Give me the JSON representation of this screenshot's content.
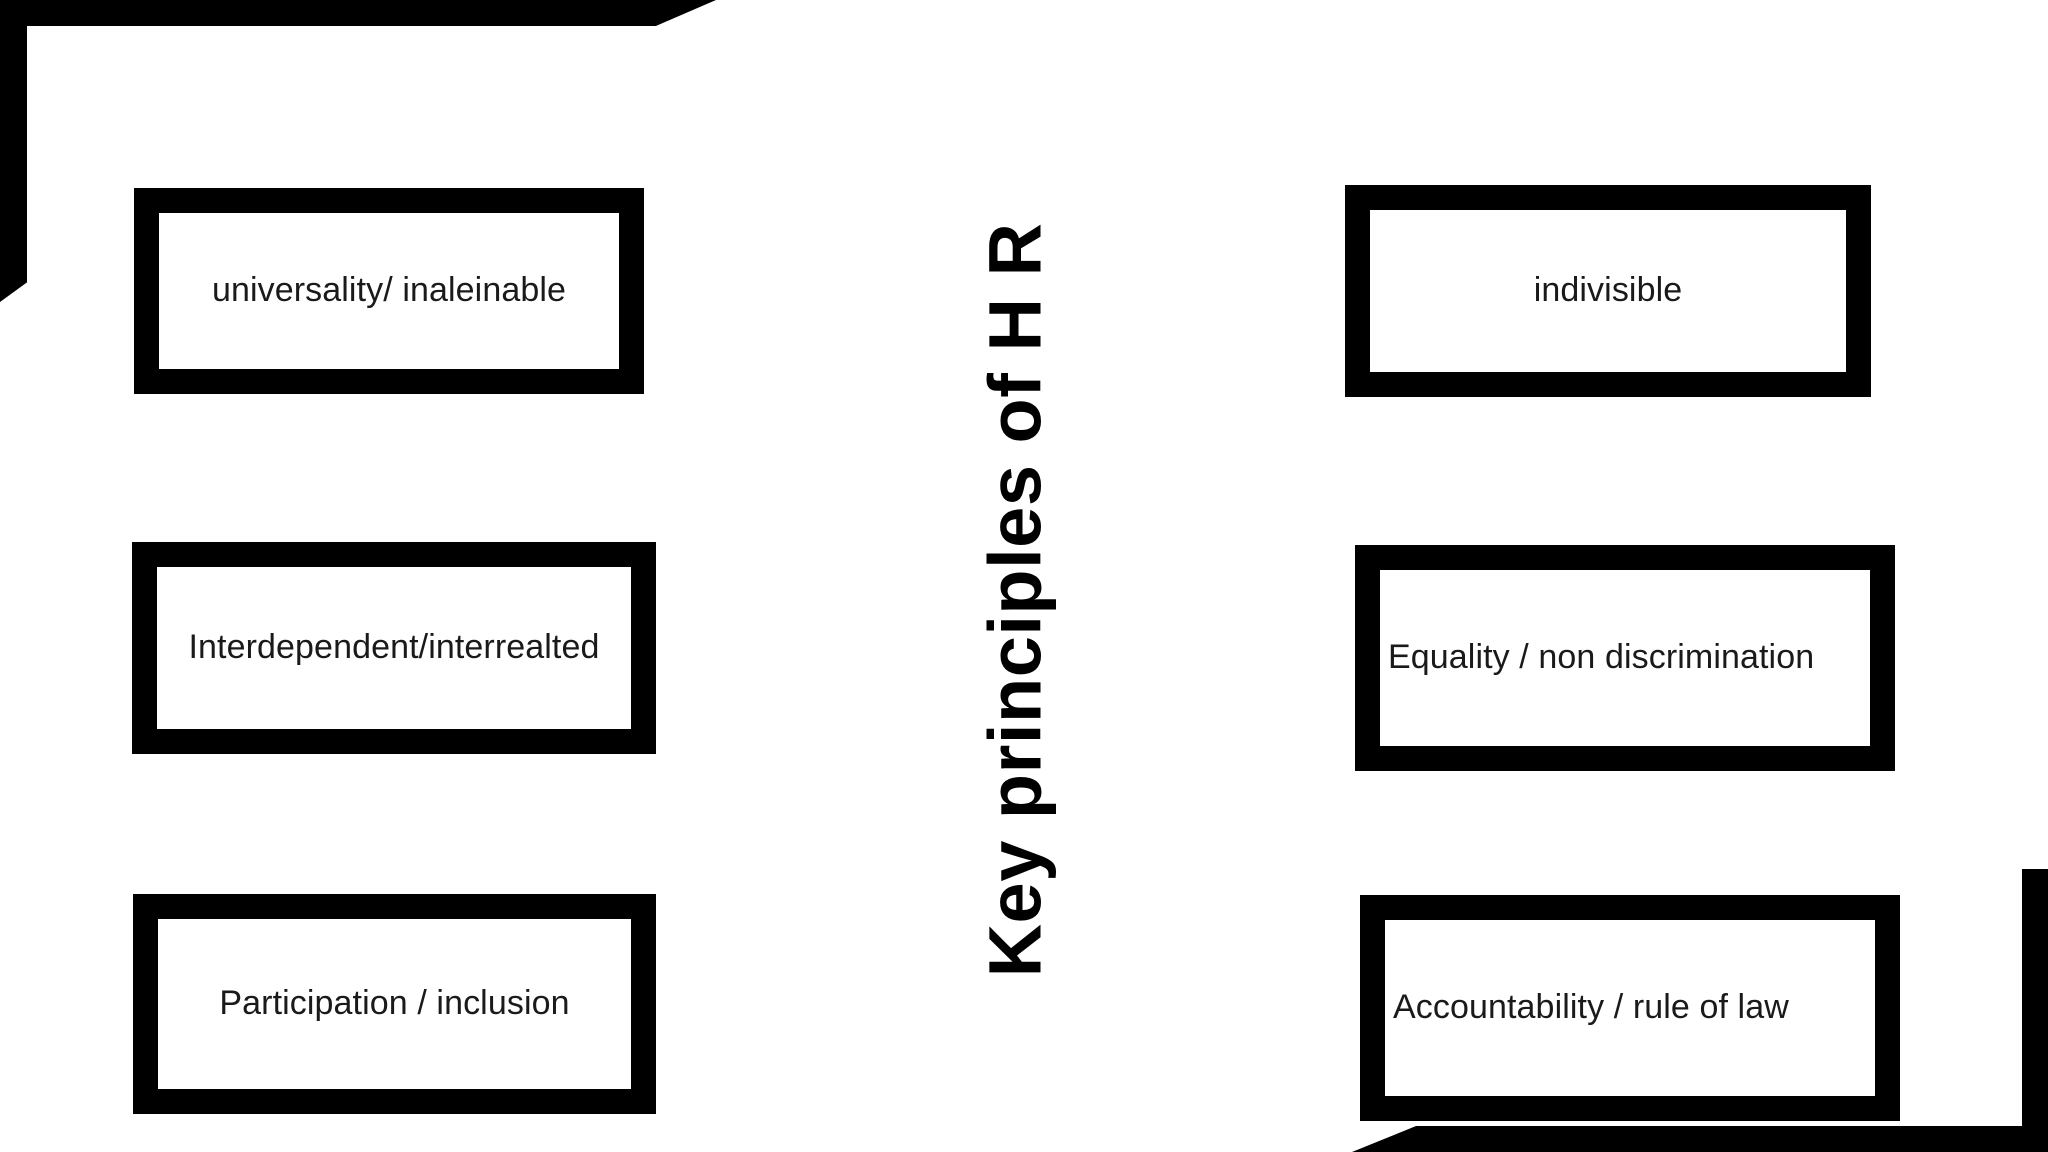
{
  "slide": {
    "title": "Key principles of H R",
    "background_color": "#ffffff",
    "accent_color": "#000000",
    "text_color": "#1a1a1a"
  },
  "center_title": {
    "text": "Key principles of H R",
    "orientation": "rotated-90-ccw"
  },
  "left_column": {
    "boxes": [
      {
        "label": "universality/ inaleinable"
      },
      {
        "label": "Interdependent/interrealted"
      },
      {
        "label": "Participation / inclusion"
      }
    ]
  },
  "right_column": {
    "boxes": [
      {
        "label": "indivisible"
      },
      {
        "label": "Equality / non discrimination"
      },
      {
        "label": "Accountability / rule of law"
      }
    ]
  },
  "decorations": {
    "top_bar": "top-left-horizontal-bar",
    "left_bar": "top-left-vertical-bar",
    "bottom_bar": "bottom-right-horizontal-bar",
    "right_bar": "bottom-right-vertical-bar"
  }
}
